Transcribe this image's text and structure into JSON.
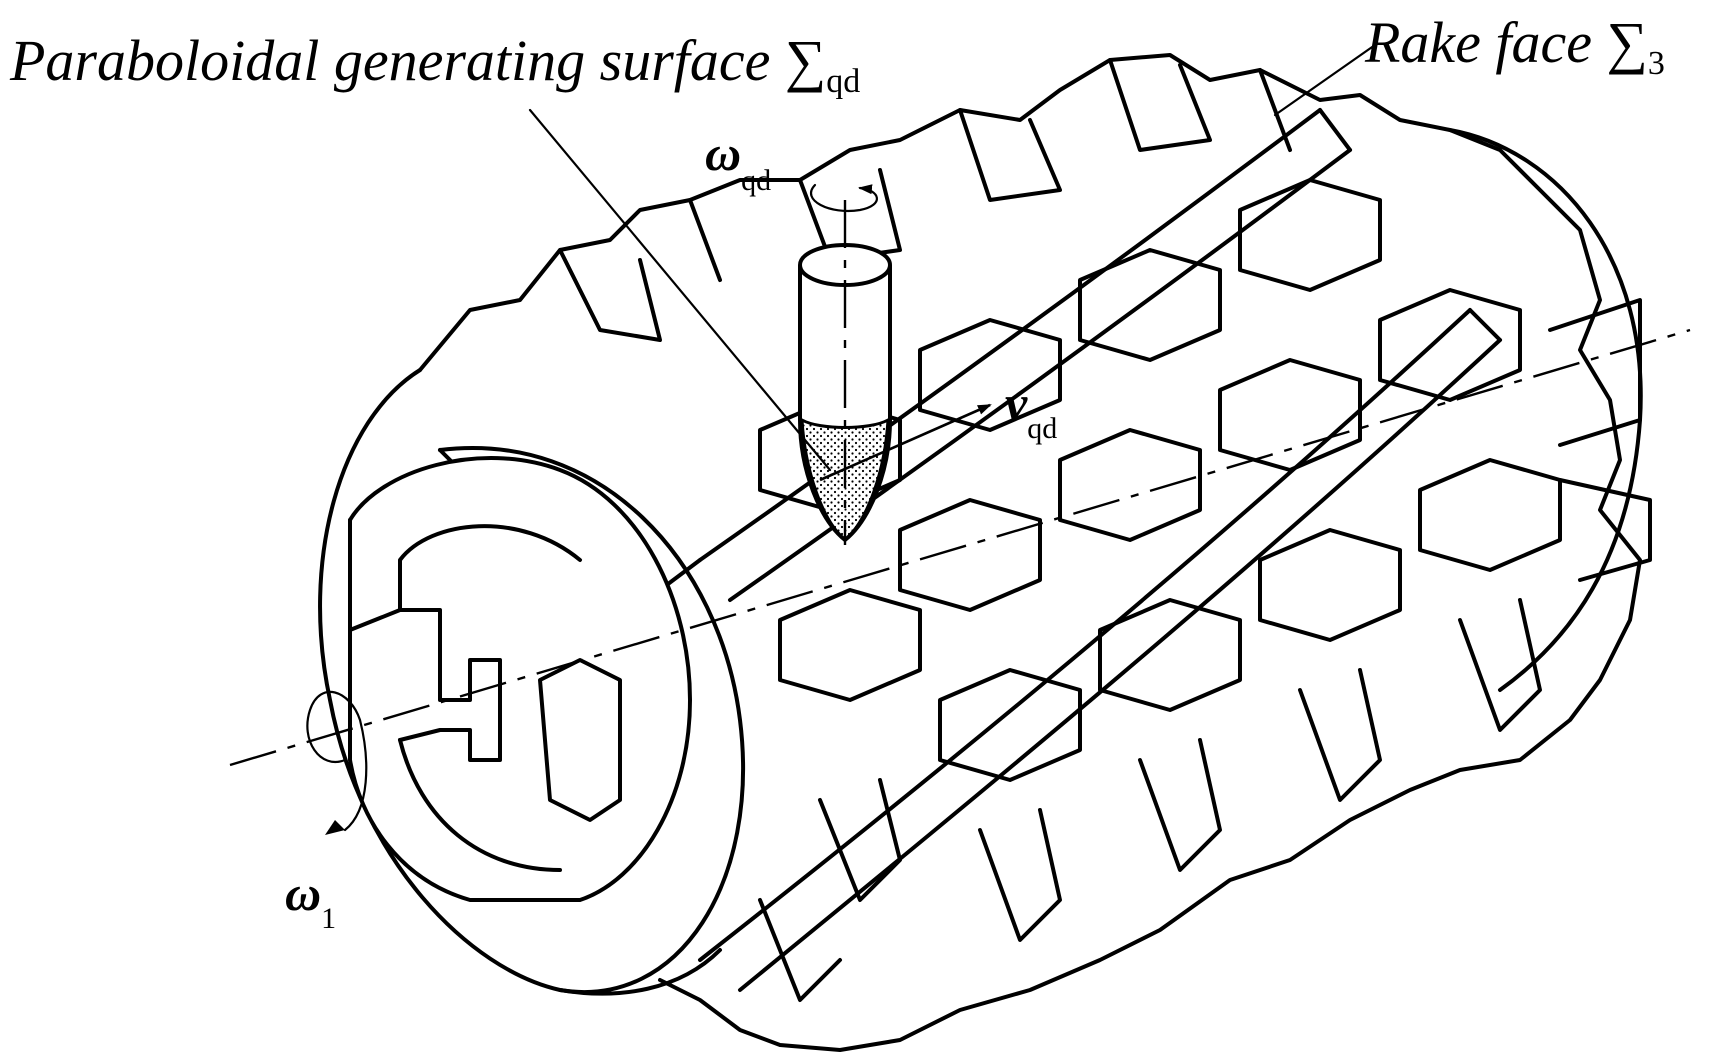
{
  "labels": {
    "paraboloidal_surface": {
      "text": "Paraboloidal generating surface ",
      "symbol": "∑",
      "subscript": "qd"
    },
    "rake_face": {
      "text": "Rake face ",
      "symbol": "∑",
      "subscript": "3"
    },
    "omega_qd": {
      "symbol": "ω",
      "subscript": "qd"
    },
    "v_qd": {
      "symbol": "v",
      "subscript": "qd"
    },
    "omega_1": {
      "symbol": "ω",
      "subscript": "1"
    }
  }
}
